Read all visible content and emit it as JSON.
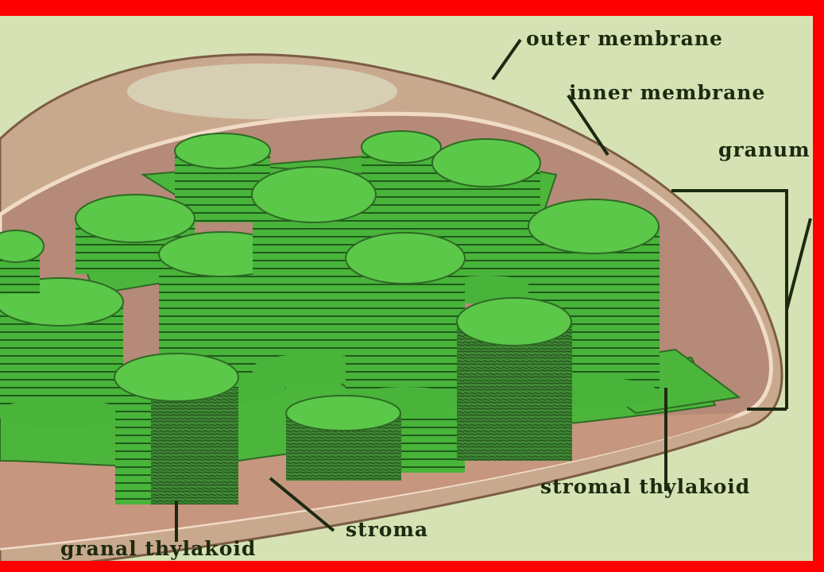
{
  "labels": {
    "outer_membrane": "outer membrane",
    "inner_membrane": "inner membrane",
    "granum": "granum",
    "stromal_thylakoid": "stromal thylakoid",
    "stroma": "stroma",
    "granal_thylakoid": "granal thylakoid"
  },
  "colors": {
    "frame": "#ff0000",
    "background": "#d6e2b4",
    "envelope": "#c9a98e",
    "inner_space": "#b58a78",
    "grana_green": "#48b43a",
    "grana_top": "#5cc84a",
    "grana_lines": "#1f5a1a",
    "label_text": "#1c2a10"
  }
}
